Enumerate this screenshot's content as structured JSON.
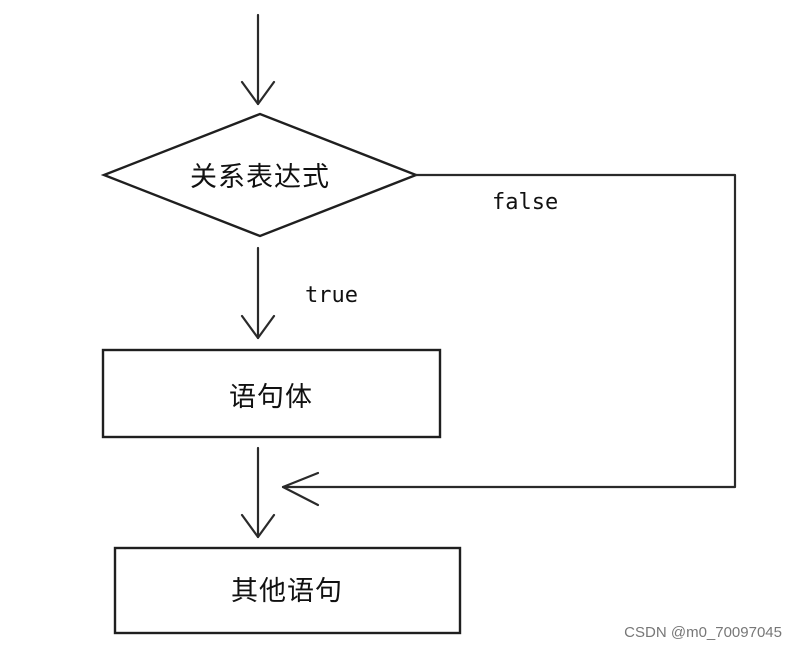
{
  "flowchart": {
    "condition": "关系表达式",
    "body": "语句体",
    "next": "其他语句",
    "true_label": "true",
    "false_label": "false"
  },
  "watermark": "CSDN @m0_70097045"
}
